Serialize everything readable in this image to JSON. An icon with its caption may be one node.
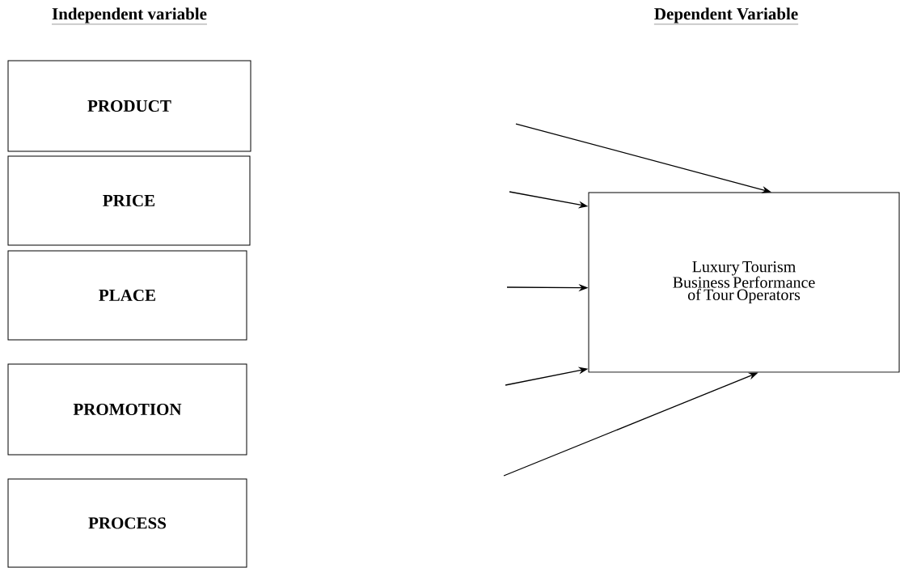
{
  "diagram": {
    "nodes": [
      {
        "text": [
          "PRODUCT"
        ]
      },
      {
        "text": [
          "PRICE"
        ]
      },
      {
        "text": [
          "PLACE"
        ]
      },
      {
        "text": [
          "PROMOTION"
        ]
      },
      {
        "text": [
          "PROCESS"
        ]
      },
      {
        "text": [
          "Luxury Tourism Business Performance of Tour Operators"
        ]
      }
    ],
    "edges": [
      {
        "from": null,
        "to": 5,
        "arrow": "to"
      },
      {
        "from": null,
        "to": 5,
        "arrow": "to"
      },
      {
        "from": null,
        "to": 5,
        "arrow": "to"
      },
      {
        "from": null,
        "to": 5,
        "arrow": "to"
      },
      {
        "from": null,
        "to": 5,
        "arrow": "to"
      }
    ],
    "labels": [
      "Independent variable",
      "Dependent Variable"
    ]
  }
}
